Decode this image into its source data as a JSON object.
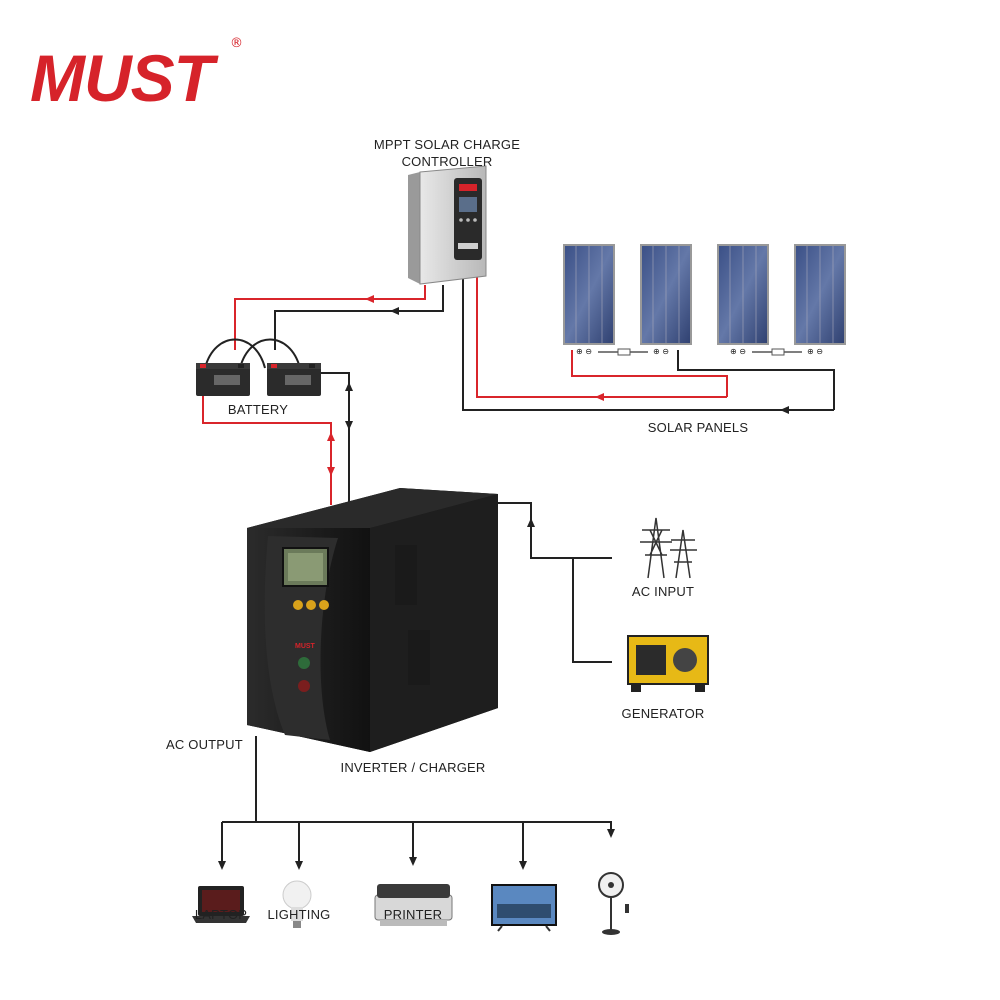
{
  "brand": {
    "logo": "MUST",
    "registered": "®",
    "color": "#d6232a"
  },
  "labels": {
    "controller_line1": "MPPT SOLAR CHARGE",
    "controller_line2": "CONTROLLER",
    "battery": "BATTERY",
    "solar_panels": "SOLAR PANELS",
    "ac_input": "AC INPUT",
    "generator": "GENERATOR",
    "ac_output": "AC OUTPUT",
    "inverter": "INVERTER / CHARGER"
  },
  "loads": [
    "LAPTOP",
    "LIGHTING",
    "PRINTER",
    "",
    ""
  ],
  "colors": {
    "positive_wire": "#d9252b",
    "negative_wire": "#222222"
  },
  "icons": [
    "charge-controller-icon",
    "solar-panel-icon",
    "battery-icon",
    "inverter-icon",
    "power-tower-icon",
    "generator-icon",
    "laptop-icon",
    "light-bulb-icon",
    "printer-icon",
    "tv-icon",
    "fan-icon"
  ]
}
